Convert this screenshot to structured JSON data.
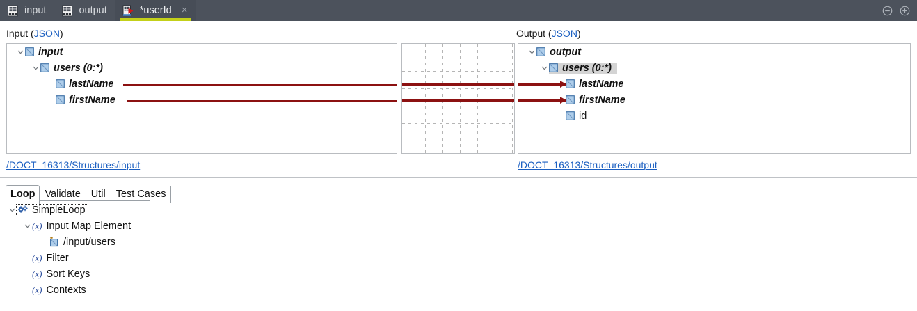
{
  "window": {
    "tabs": [
      {
        "label": "input",
        "icon": "document-icon",
        "active": false,
        "dirty": false,
        "closable": false
      },
      {
        "label": "output",
        "icon": "document-icon",
        "active": false,
        "dirty": false,
        "closable": false
      },
      {
        "label": "*userId",
        "icon": "document-run-icon",
        "active": true,
        "dirty": true,
        "closable": true
      }
    ],
    "close_label": "×",
    "controls": [
      {
        "name": "minimize-button",
        "glyph": "minus-circle-icon"
      },
      {
        "name": "maximize-button",
        "glyph": "plus-circle-icon"
      }
    ],
    "accent_color": "#c3d019",
    "titlebar_color": "#4c525c"
  },
  "mapper": {
    "input": {
      "label_prefix": "Input (",
      "label_link": "JSON",
      "label_suffix": ")",
      "path": "/DOCT_16313/Structures/input",
      "tree": [
        {
          "label": "input",
          "depth": 0,
          "expanded": true,
          "mapped": true,
          "icon": "element-icon",
          "selected": false
        },
        {
          "label": "users (0:*)",
          "depth": 1,
          "expanded": true,
          "mapped": true,
          "icon": "element-icon",
          "selected": false
        },
        {
          "label": "lastName",
          "depth": 2,
          "expanded": null,
          "mapped": true,
          "icon": "element-icon",
          "selected": false
        },
        {
          "label": "firstName",
          "depth": 2,
          "expanded": null,
          "mapped": true,
          "icon": "element-icon",
          "selected": false
        }
      ]
    },
    "output": {
      "label_prefix": "Output (",
      "label_link": "JSON",
      "label_suffix": ")",
      "path": "/DOCT_16313/Structures/output",
      "tree": [
        {
          "label": "output",
          "depth": 0,
          "expanded": true,
          "mapped": true,
          "icon": "element-icon",
          "selected": false
        },
        {
          "label": "users (0:*)",
          "depth": 1,
          "expanded": true,
          "mapped": true,
          "icon": "element-icon",
          "selected": true
        },
        {
          "label": "lastName",
          "depth": 2,
          "expanded": null,
          "mapped": true,
          "icon": "element-icon",
          "selected": false
        },
        {
          "label": "firstName",
          "depth": 2,
          "expanded": null,
          "mapped": true,
          "icon": "element-icon",
          "selected": false
        },
        {
          "label": "id",
          "depth": 2,
          "expanded": null,
          "mapped": false,
          "icon": "element-icon",
          "selected": false
        }
      ]
    },
    "connections": [
      {
        "from": "lastName",
        "to": "lastName",
        "color": "#8c1111"
      },
      {
        "from": "firstName",
        "to": "firstName",
        "color": "#8c1111"
      }
    ]
  },
  "bottom": {
    "tabs": [
      {
        "label": "Loop",
        "active": true
      },
      {
        "label": "Validate",
        "active": false
      },
      {
        "label": "Util",
        "active": false
      },
      {
        "label": "Test Cases",
        "active": false
      }
    ],
    "tree": [
      {
        "label": "SimpleLoop",
        "depth": 0,
        "expanded": true,
        "icon": "gears-icon",
        "focused": true
      },
      {
        "label": "Input Map Element",
        "depth": 1,
        "expanded": true,
        "icon": "function-icon",
        "focused": false
      },
      {
        "label": "/input/users",
        "depth": 2,
        "expanded": null,
        "icon": "element-up-icon",
        "focused": false
      },
      {
        "label": "Filter",
        "depth": 1,
        "expanded": null,
        "icon": "function-icon",
        "focused": false
      },
      {
        "label": "Sort Keys",
        "depth": 1,
        "expanded": null,
        "icon": "function-icon",
        "focused": false
      },
      {
        "label": "Contexts",
        "depth": 1,
        "expanded": null,
        "icon": "function-icon",
        "focused": false
      }
    ]
  }
}
